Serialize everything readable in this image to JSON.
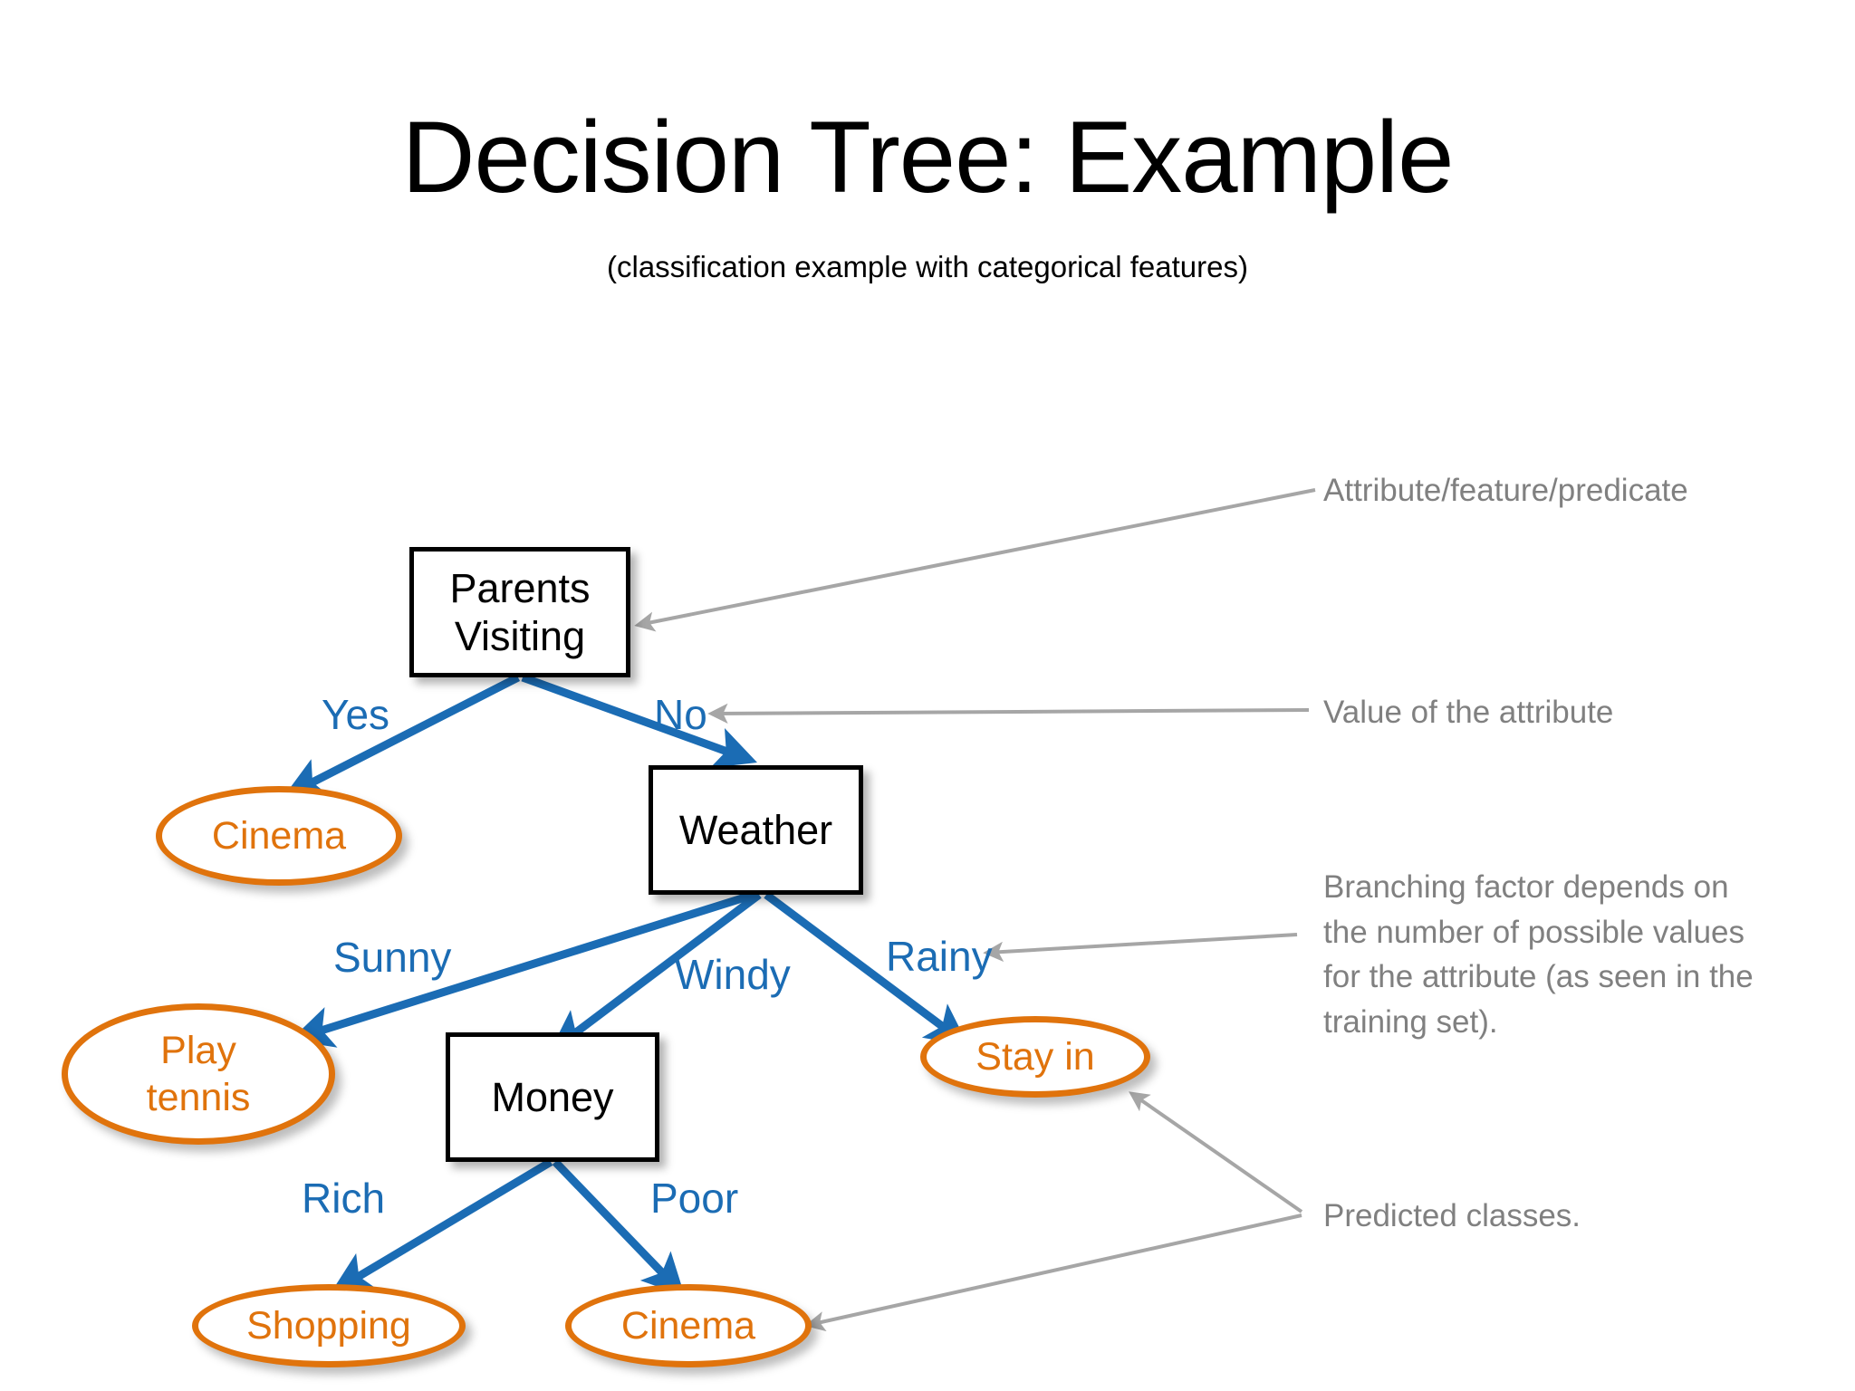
{
  "slide": {
    "title": "Decision Tree: Example",
    "subtitle": "(classification example with categorical features)",
    "background_color": "#FFFFFF"
  },
  "colors": {
    "decision_node_border": "#000000",
    "decision_node_text": "#000000",
    "leaf_node_border": "#E0730C",
    "leaf_node_text": "#E0730C",
    "edge_color": "#1B6CB4",
    "edge_label_color": "#1B6CB4",
    "annotation_color": "#808080"
  },
  "tree": {
    "decision_nodes": [
      {
        "id": "parents-visiting",
        "label": "Parents\nVisiting",
        "line1": "Parents",
        "line2": "Visiting"
      },
      {
        "id": "weather",
        "label": "Weather"
      },
      {
        "id": "money",
        "label": "Money"
      }
    ],
    "leaf_nodes": [
      {
        "id": "cinema-yes",
        "label": "Cinema"
      },
      {
        "id": "play-tennis",
        "label": "Play\ntennis",
        "line1": "Play",
        "line2": "tennis"
      },
      {
        "id": "stay-in",
        "label": "Stay in"
      },
      {
        "id": "shopping",
        "label": "Shopping"
      },
      {
        "id": "cinema-poor",
        "label": "Cinema"
      }
    ],
    "edges": [
      {
        "from": "parents-visiting",
        "to": "cinema-yes",
        "label": "Yes"
      },
      {
        "from": "parents-visiting",
        "to": "weather",
        "label": "No"
      },
      {
        "from": "weather",
        "to": "play-tennis",
        "label": "Sunny"
      },
      {
        "from": "weather",
        "to": "money",
        "label": "Windy"
      },
      {
        "from": "weather",
        "to": "stay-in",
        "label": "Rainy"
      },
      {
        "from": "money",
        "to": "shopping",
        "label": "Rich"
      },
      {
        "from": "money",
        "to": "cinema-poor",
        "label": "Poor"
      }
    ]
  },
  "annotations": [
    {
      "id": "attribute-annotation",
      "text": "Attribute/feature/predicate",
      "points_to": "parents-visiting"
    },
    {
      "id": "value-annotation",
      "text": "Value of the attribute",
      "points_to": "edge-label-no"
    },
    {
      "id": "branching-annotation",
      "lines": [
        "Branching factor depends on",
        "the number of possible values",
        "for the attribute (as seen in the",
        "training set)."
      ],
      "points_to": "edge-label-rainy"
    },
    {
      "id": "predicted-classes-annotation",
      "text": "Predicted classes.",
      "points_to": "stay-in, cinema-poor"
    }
  ]
}
